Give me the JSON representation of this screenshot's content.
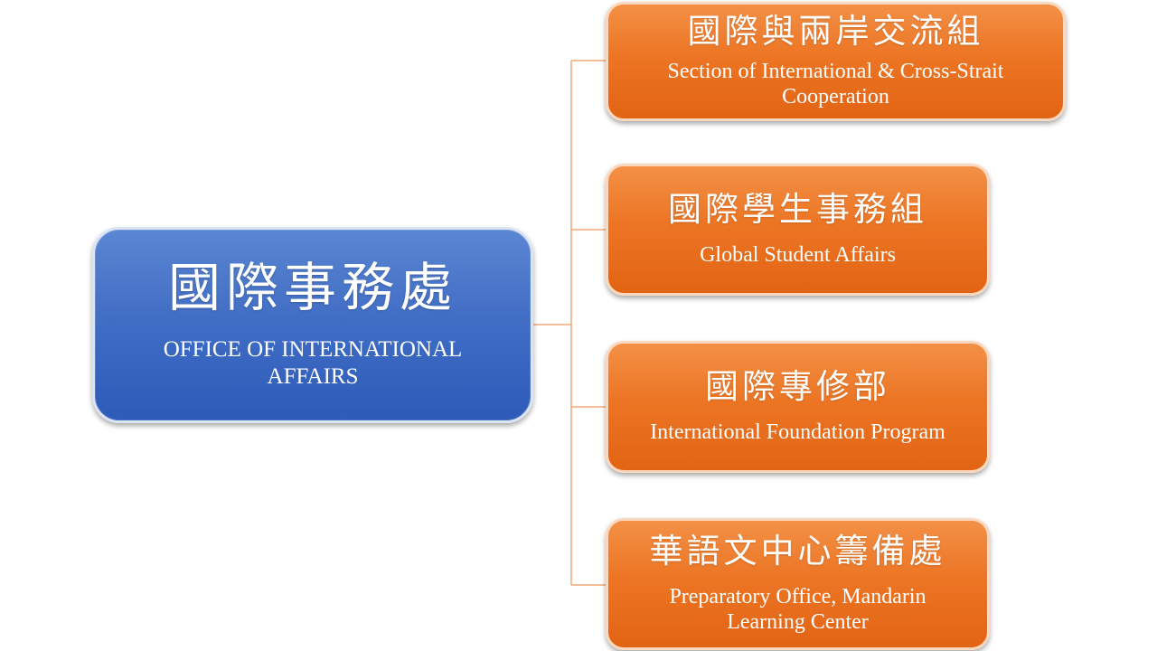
{
  "root": {
    "title_zh": "國際事務處",
    "title_en": "OFFICE OF INTERNATIONAL AFFAIRS"
  },
  "children": [
    {
      "title_zh": "國際與兩岸交流組",
      "title_en": "Section of International & Cross-Strait Cooperation"
    },
    {
      "title_zh": "國際學生事務組",
      "title_en": "Global Student Affairs"
    },
    {
      "title_zh": "國際專修部",
      "title_en": "International Foundation Program"
    },
    {
      "title_zh": "華語文中心籌備處",
      "title_en": "Preparatory Office, Mandarin Learning Center"
    }
  ],
  "colors": {
    "root_fill": "#4472c4",
    "child_fill": "#ed7d31",
    "connector": "#f0a878",
    "text": "#ffffff"
  }
}
